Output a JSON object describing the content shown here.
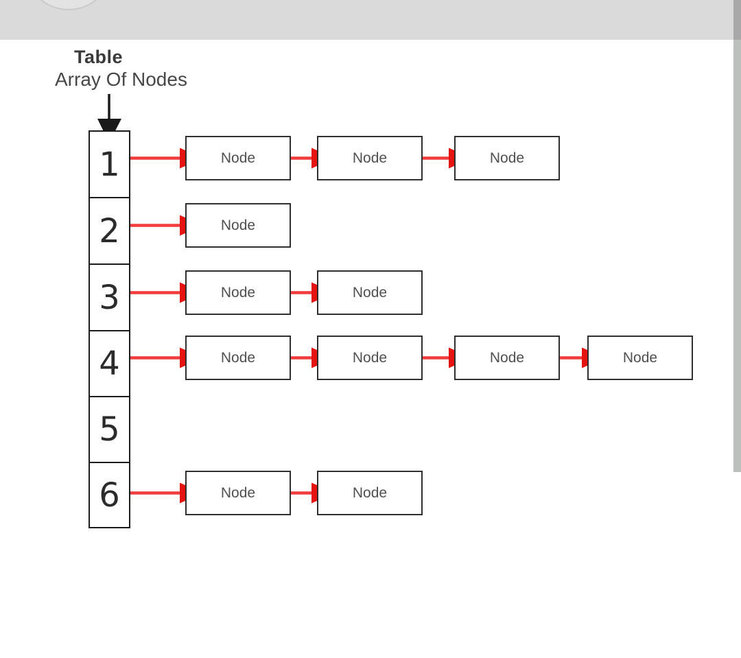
{
  "title": {
    "heading": "Table",
    "subheading": "Array Of Nodes"
  },
  "diagram": {
    "node_border_color": "#2f2f2f",
    "pointer_color": "#1a1a1a",
    "arrow_shaft_color": "#f23c3c",
    "arrow_head_color": "#e51410",
    "rows": [
      {
        "index": "1",
        "nodes": [
          "Node",
          "Node",
          "Node"
        ]
      },
      {
        "index": "2",
        "nodes": [
          "Node"
        ]
      },
      {
        "index": "3",
        "nodes": [
          "Node",
          "Node"
        ]
      },
      {
        "index": "4",
        "nodes": [
          "Node",
          "Node",
          "Node",
          "Node"
        ]
      },
      {
        "index": "5",
        "nodes": []
      },
      {
        "index": "6",
        "nodes": [
          "Node",
          "Node"
        ]
      }
    ]
  },
  "chrome": {
    "topbar_color": "#dadada",
    "avatar_color": "#e3e3e3",
    "scrollbar_top_color": "#a8a8a8",
    "scrollbar_color": "#bcc0bd"
  }
}
